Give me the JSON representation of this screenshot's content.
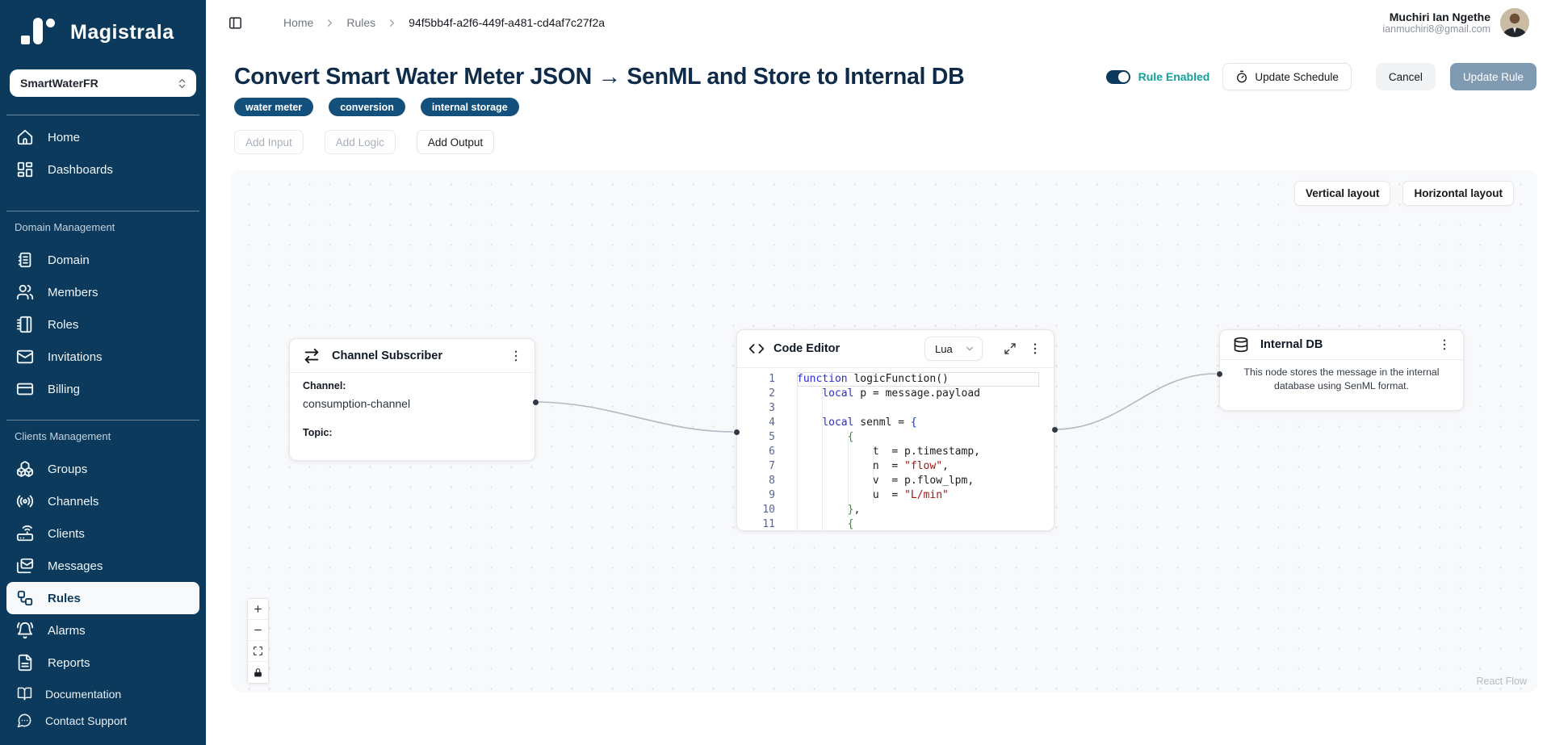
{
  "brand": {
    "name": "Magistrala"
  },
  "sidebar": {
    "workspace": "SmartWaterFR",
    "main": [
      {
        "icon": "home-icon",
        "label": "Home"
      },
      {
        "icon": "dashboard-icon",
        "label": "Dashboards"
      }
    ],
    "domain_section": {
      "label": "Domain Management",
      "items": [
        {
          "icon": "building-icon",
          "label": "Domain"
        },
        {
          "icon": "users-icon",
          "label": "Members"
        },
        {
          "icon": "notebook-icon",
          "label": "Roles"
        },
        {
          "icon": "mail-icon",
          "label": "Invitations"
        },
        {
          "icon": "credit-card-icon",
          "label": "Billing"
        }
      ]
    },
    "clients_section": {
      "label": "Clients Management",
      "items": [
        {
          "icon": "boxes-icon",
          "label": "Groups"
        },
        {
          "icon": "radio-icon",
          "label": "Channels"
        },
        {
          "icon": "router-icon",
          "label": "Clients"
        },
        {
          "icon": "mails-icon",
          "label": "Messages"
        },
        {
          "icon": "workflow-icon",
          "label": "Rules",
          "active": true
        },
        {
          "icon": "bell-icon",
          "label": "Alarms"
        },
        {
          "icon": "file-text-icon",
          "label": "Reports"
        }
      ]
    },
    "footer": [
      {
        "icon": "book-open-icon",
        "label": "Documentation"
      },
      {
        "icon": "message-circle-icon",
        "label": "Contact Support"
      }
    ]
  },
  "topbar": {
    "breadcrumb": {
      "home": "Home",
      "section": "Rules",
      "id": "94f5bb4f-a2f6-449f-a481-cd4af7c27f2a"
    },
    "user": {
      "name": "Muchiri Ian Ngethe",
      "email": "ianmuchiri8@gmail.com"
    }
  },
  "page": {
    "title": "Convert Smart Water Meter JSON → SenML and Store to Internal DB",
    "tags": [
      "water meter",
      "conversion",
      "internal storage"
    ],
    "rule_toggle": {
      "label": "Rule Enabled",
      "enabled": true,
      "color": "#12a29b"
    },
    "buttons": {
      "update_schedule": "Update Schedule",
      "cancel": "Cancel",
      "update_rule": "Update Rule"
    },
    "add_buttons": [
      {
        "label": "Add Input",
        "enabled": false
      },
      {
        "label": "Add Logic",
        "enabled": false
      },
      {
        "label": "Add Output",
        "enabled": true
      }
    ]
  },
  "canvas": {
    "layout_buttons": {
      "vertical": "Vertical layout",
      "horizontal": "Horizontal layout"
    },
    "attribution": "React Flow",
    "nodes": {
      "channel_subscriber": {
        "icon": "swap-arrows-icon",
        "title": "Channel Subscriber",
        "channel_label": "Channel:",
        "channel_value": "consumption-channel",
        "topic_label": "Topic:",
        "topic_value": ""
      },
      "code_editor": {
        "icon": "code-icon",
        "title": "Code Editor",
        "language": "Lua",
        "lines": [
          {
            "n": 1,
            "toks": [
              {
                "c": "kw",
                "t": "function"
              },
              {
                "t": " "
              },
              {
                "c": "fn",
                "t": "logicFunction"
              },
              {
                "t": "()"
              }
            ]
          },
          {
            "n": 2,
            "toks": [
              {
                "t": "    "
              },
              {
                "c": "kw",
                "t": "local"
              },
              {
                "t": " p = message.payload"
              }
            ]
          },
          {
            "n": 3,
            "toks": []
          },
          {
            "n": 4,
            "toks": [
              {
                "t": "    "
              },
              {
                "c": "kw",
                "t": "local"
              },
              {
                "t": " senml = "
              },
              {
                "c": "b1",
                "t": "{"
              }
            ]
          },
          {
            "n": 5,
            "toks": [
              {
                "t": "        "
              },
              {
                "c": "b2",
                "t": "{"
              }
            ]
          },
          {
            "n": 6,
            "toks": [
              {
                "t": "            t  = p.timestamp,"
              }
            ]
          },
          {
            "n": 7,
            "toks": [
              {
                "t": "            n  = "
              },
              {
                "c": "str",
                "t": "\"flow\""
              },
              {
                "t": ","
              }
            ]
          },
          {
            "n": 8,
            "toks": [
              {
                "t": "            v  = p.flow_lpm,"
              }
            ]
          },
          {
            "n": 9,
            "toks": [
              {
                "t": "            u  = "
              },
              {
                "c": "str",
                "t": "\"L/min\""
              }
            ]
          },
          {
            "n": 10,
            "toks": [
              {
                "t": "        "
              },
              {
                "c": "b2",
                "t": "}"
              },
              {
                "t": ","
              }
            ]
          },
          {
            "n": 11,
            "toks": [
              {
                "t": "        "
              },
              {
                "c": "b2",
                "t": "{"
              }
            ]
          }
        ]
      },
      "internal_db": {
        "icon": "database-icon",
        "title": "Internal DB",
        "description": "This node stores the message in the internal database using SenML format."
      }
    },
    "colors": {
      "sidebar_navy": "#0b3a5c",
      "tag_navy": "#14507c",
      "teal_accent": "#12a29b",
      "primary_muted": "#7f9ab1"
    }
  }
}
